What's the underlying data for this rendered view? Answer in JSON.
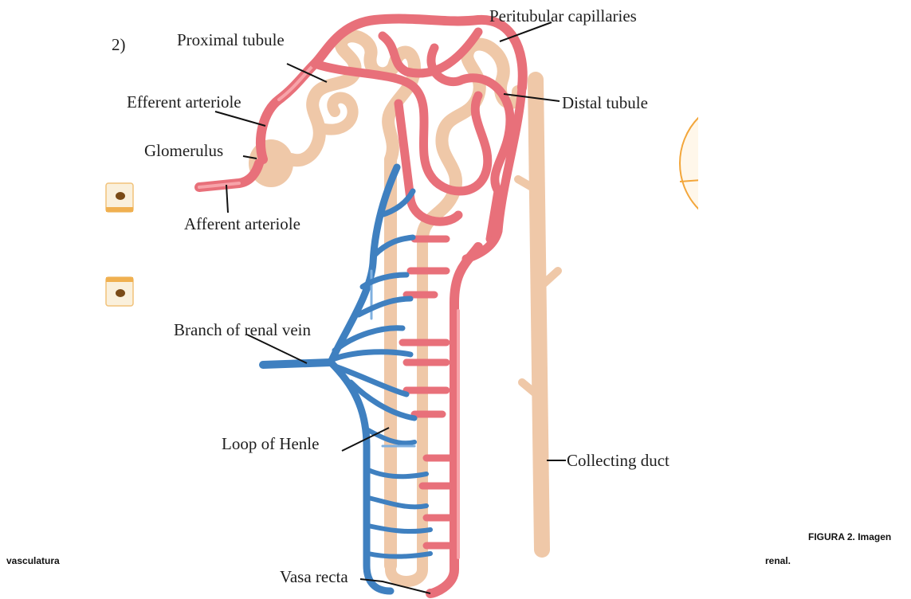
{
  "panel_number": "2)",
  "labels": {
    "proximal_tubule": "Proximal tubule",
    "peritubular_capillaries": "Peritubular capillaries",
    "efferent_arteriole": "Efferent arteriole",
    "distal_tubule": "Distal tubule",
    "glomerulus": "Glomerulus",
    "afferent_arteriole": "Afferent arteriole",
    "branch_renal_vein": "Branch of renal vein",
    "loop_of_henle": "Loop of Henle",
    "collecting_duct": "Collecting duct",
    "vasa_recta": "Vasa recta"
  },
  "caption": {
    "line1": "FIGURA 2. Imagen",
    "left": "vasculatura",
    "right": "renal."
  },
  "colors": {
    "tubule": "#efc8a8",
    "artery": "#e8707a",
    "artery_highlight": "#f7a3a9",
    "vein": "#3f80c0",
    "vein_highlight": "#7fb0e0"
  }
}
